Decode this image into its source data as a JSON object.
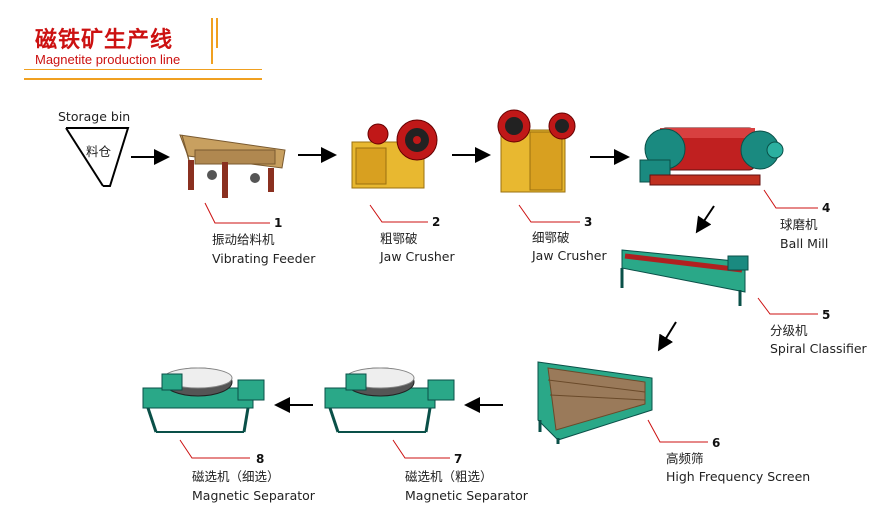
{
  "header": {
    "title_cn": "磁铁矿生产线",
    "title_en": "Magnetite production line"
  },
  "storage": {
    "label": "Storage bin",
    "bin_text": "料仓"
  },
  "steps": [
    {
      "num": "1",
      "cn": "振动给料机",
      "en": "Vibrating Feeder"
    },
    {
      "num": "2",
      "cn": "粗鄂破",
      "en": "Jaw Crusher"
    },
    {
      "num": "3",
      "cn": "细鄂破",
      "en": "Jaw Crusher"
    },
    {
      "num": "4",
      "cn": "球磨机",
      "en": "Ball Mill"
    },
    {
      "num": "5",
      "cn": "分级机",
      "en": "Spiral Classifier"
    },
    {
      "num": "6",
      "cn": "高频筛",
      "en": "High Frequency Screen"
    },
    {
      "num": "7",
      "cn": "磁选机（粗选）",
      "en": "Magnetic Separator"
    },
    {
      "num": "8",
      "cn": "磁选机（细选）",
      "en": "Magnetic Separator"
    }
  ],
  "colors": {
    "accent": "#cc1111",
    "rule": "#f0a020",
    "leader": "#cc1111",
    "feeder": "#c8a060",
    "crusher_body": "#e8b830",
    "flywheel": "#c01818",
    "mill": "#1a8a80",
    "green_machine": "#2aa888"
  }
}
